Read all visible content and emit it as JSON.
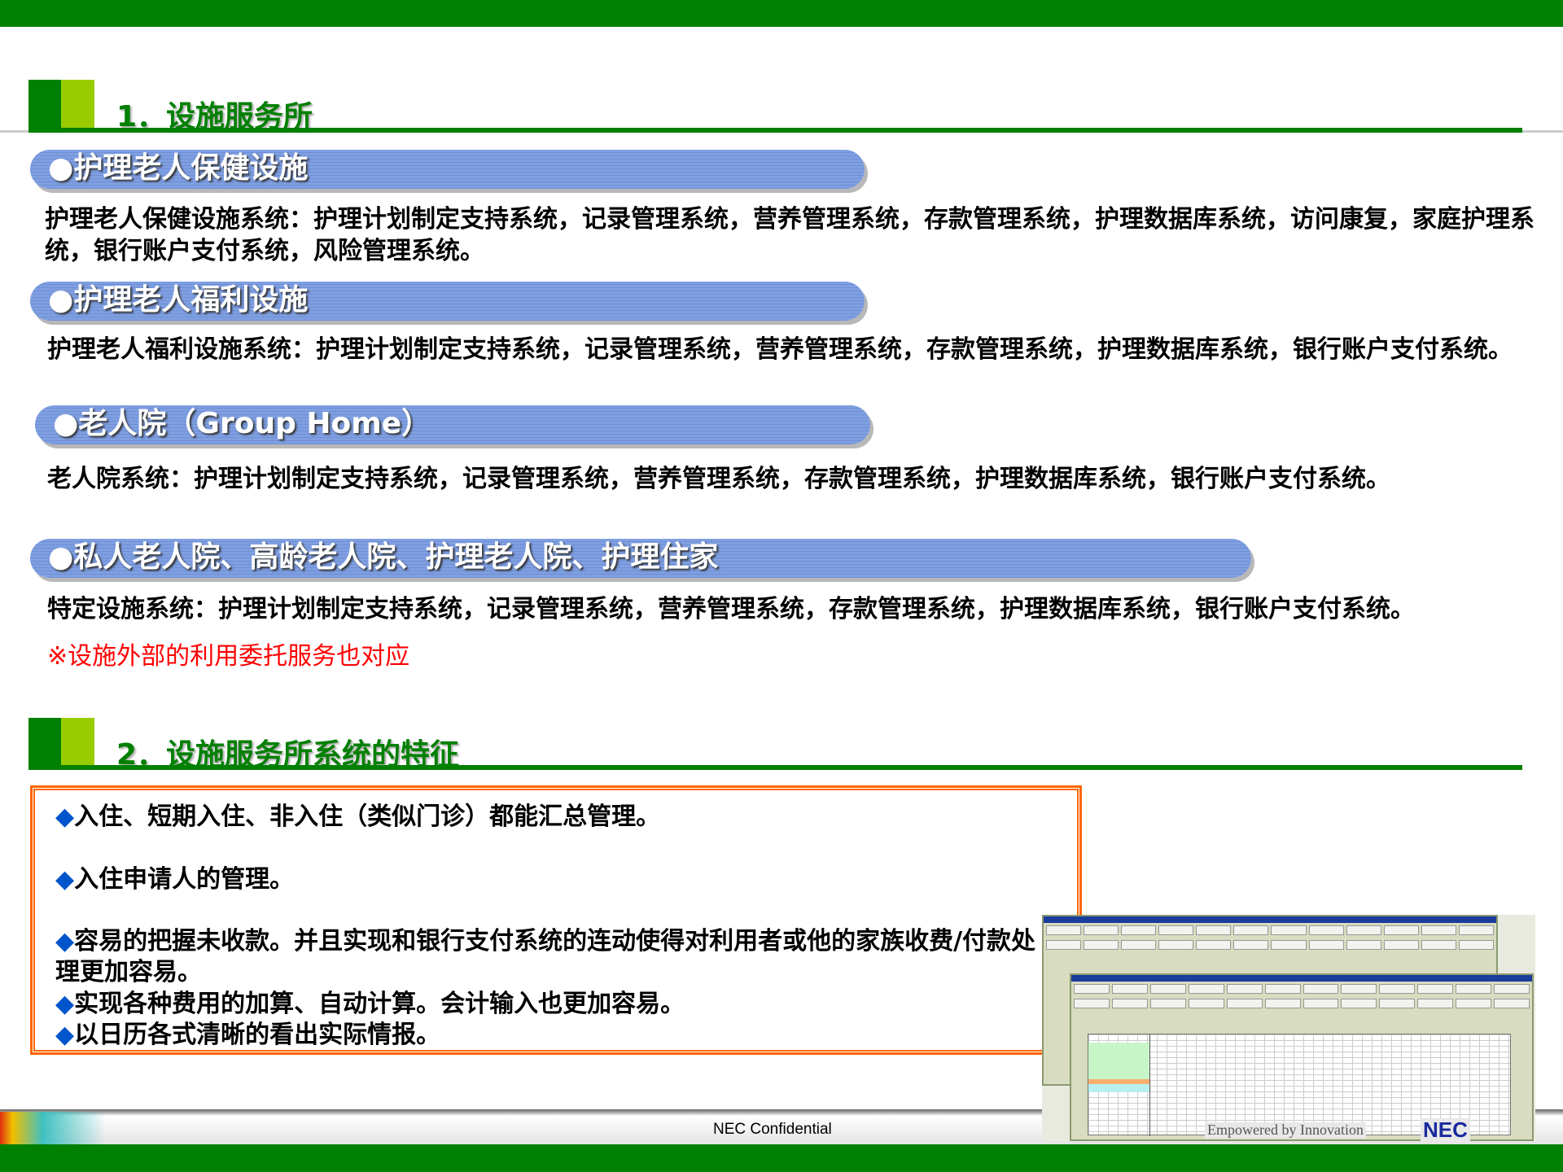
{
  "section1": {
    "title": "1．设施服务所"
  },
  "facilities": [
    {
      "heading": "●护理老人保健设施",
      "description": "护理老人保健设施系统：护理计划制定支持系统，记录管理系统，营养管理系统，存款管理系统，护理数据库系统，访问康复，家庭护理系统，银行账户支付系统，风险管理系统。"
    },
    {
      "heading": "●护理老人福利设施",
      "description": "护理老人福利设施系统：护理计划制定支持系统，记录管理系统，营养管理系统，存款管理系统，护理数据库系统，银行账户支付系统。"
    },
    {
      "heading": "●老人院（Group Home）",
      "description": "老人院系统：护理计划制定支持系统，记录管理系统，营养管理系统，存款管理系统，护理数据库系统，银行账户支付系统。"
    },
    {
      "heading": "●私人老人院、高龄老人院、护理老人院、护理住家",
      "description": "特定设施系统：护理计划制定支持系统，记录管理系统，营养管理系统，存款管理系统，护理数据库系统，银行账户支付系统。"
    }
  ],
  "note": "※设施外部的利用委托服务也对应",
  "section2": {
    "title": "2．设施服务所系统的特征",
    "bullet_icon": "diamond-icon",
    "features": [
      "入住、短期入住、非入住（类似门诊）都能汇总管理。",
      "入住申请人的管理。",
      "容易的把握未收款。并且实现和银行支付系统的连动使得对利用者或他的家族收费/付款处理更加容易。",
      "实现各种费用的加算、自动计算。会计输入也更加容易。",
      "以日历各式清晰的看出实际情报。"
    ]
  },
  "footer": {
    "confidential": "NEC Confidential",
    "slogan": "Empowered by Innovation",
    "logo": "NEC"
  },
  "colors": {
    "green": "#008000",
    "lime": "#99cc00",
    "pill": "#7f9fe0",
    "orange": "#ff6600",
    "note": "#ff0000",
    "diamond": "#0055cc"
  }
}
